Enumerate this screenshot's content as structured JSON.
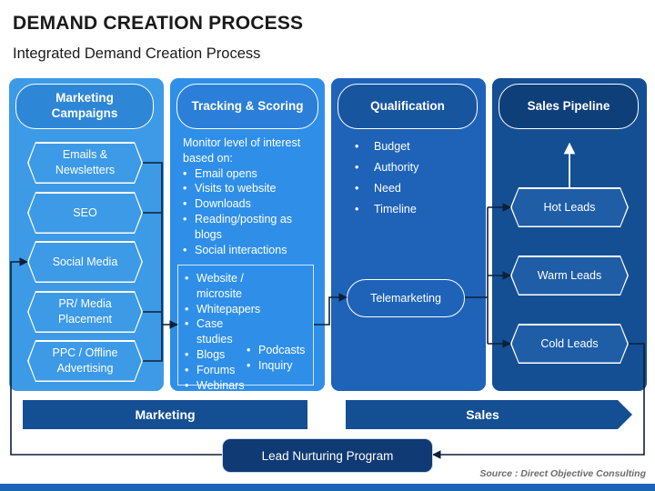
{
  "title": "DEMAND CREATION PROCESS",
  "subtitle": "Integrated Demand Creation Process",
  "columns": {
    "marketing_campaigns": {
      "heading": "Marketing Campaigns",
      "items": [
        "Emails & Newsletters",
        "SEO",
        "Social Media",
        "PR/ Media Placement",
        "PPC / Offline Advertising"
      ]
    },
    "tracking_scoring": {
      "heading": "Tracking & Scoring",
      "intro": "Monitor level of interest based on:",
      "bullets": [
        "Email opens",
        "Visits to website",
        "Downloads",
        "Reading/posting as blogs",
        "Social interactions"
      ],
      "channels_left": [
        "Website / microsite",
        "Whitepapers",
        "Case studies",
        "Blogs",
        "Forums",
        "Webinars"
      ],
      "channels_right": [
        "Podcasts",
        "Inquiry"
      ]
    },
    "qualification": {
      "heading": "Qualification",
      "bullets": [
        "Budget",
        "Authority",
        "Need",
        "Timeline"
      ],
      "node": "Telemarketing"
    },
    "sales_pipeline": {
      "heading": "Sales Pipeline",
      "leads": [
        "Hot Leads",
        "Warm Leads",
        "Cold Leads"
      ]
    }
  },
  "banners": {
    "marketing": "Marketing",
    "sales": "Sales"
  },
  "nurture": "Lead Nurturing Program",
  "source": "Source : Direct Objective Consulting",
  "colors": {
    "column_1": "#3d9ae6",
    "column_2": "#2f8fe8",
    "column_3": "#1e63b8",
    "column_4": "#154f93",
    "banner": "#154f93",
    "connector": "#0d1f3a"
  }
}
